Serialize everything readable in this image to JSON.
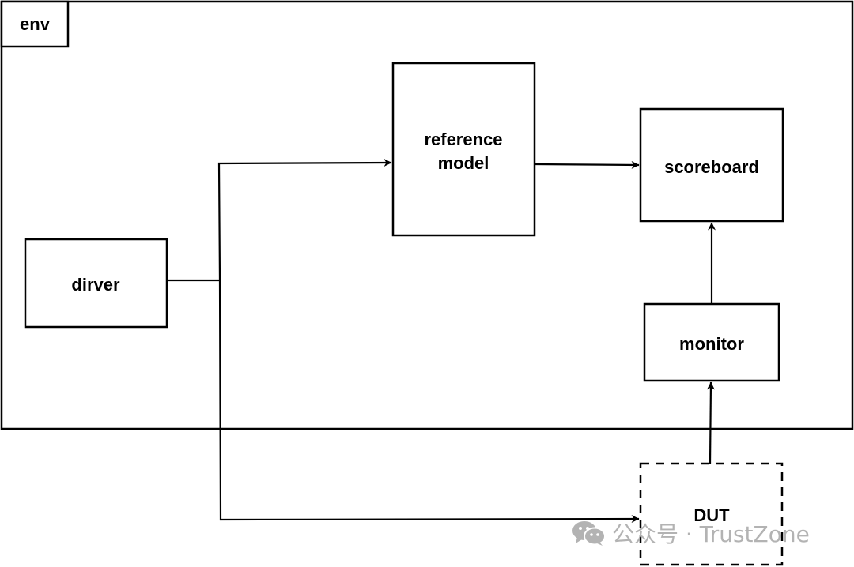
{
  "diagram": {
    "container": {
      "label": "env"
    },
    "blocks": {
      "driver": {
        "label": "dirver"
      },
      "reference_model": {
        "line1": "reference",
        "line2": "model"
      },
      "scoreboard": {
        "label": "scoreboard"
      },
      "monitor": {
        "label": "monitor"
      },
      "dut": {
        "label": "DUT",
        "style": "dashed"
      }
    },
    "connections": [
      {
        "from": "dirver",
        "to": "reference model"
      },
      {
        "from": "dirver",
        "to": "DUT"
      },
      {
        "from": "reference model",
        "to": "scoreboard"
      },
      {
        "from": "DUT",
        "to": "monitor"
      },
      {
        "from": "monitor",
        "to": "scoreboard"
      }
    ]
  },
  "watermark": {
    "text": "公众号 · TrustZone",
    "icon": "wechat-icon"
  }
}
